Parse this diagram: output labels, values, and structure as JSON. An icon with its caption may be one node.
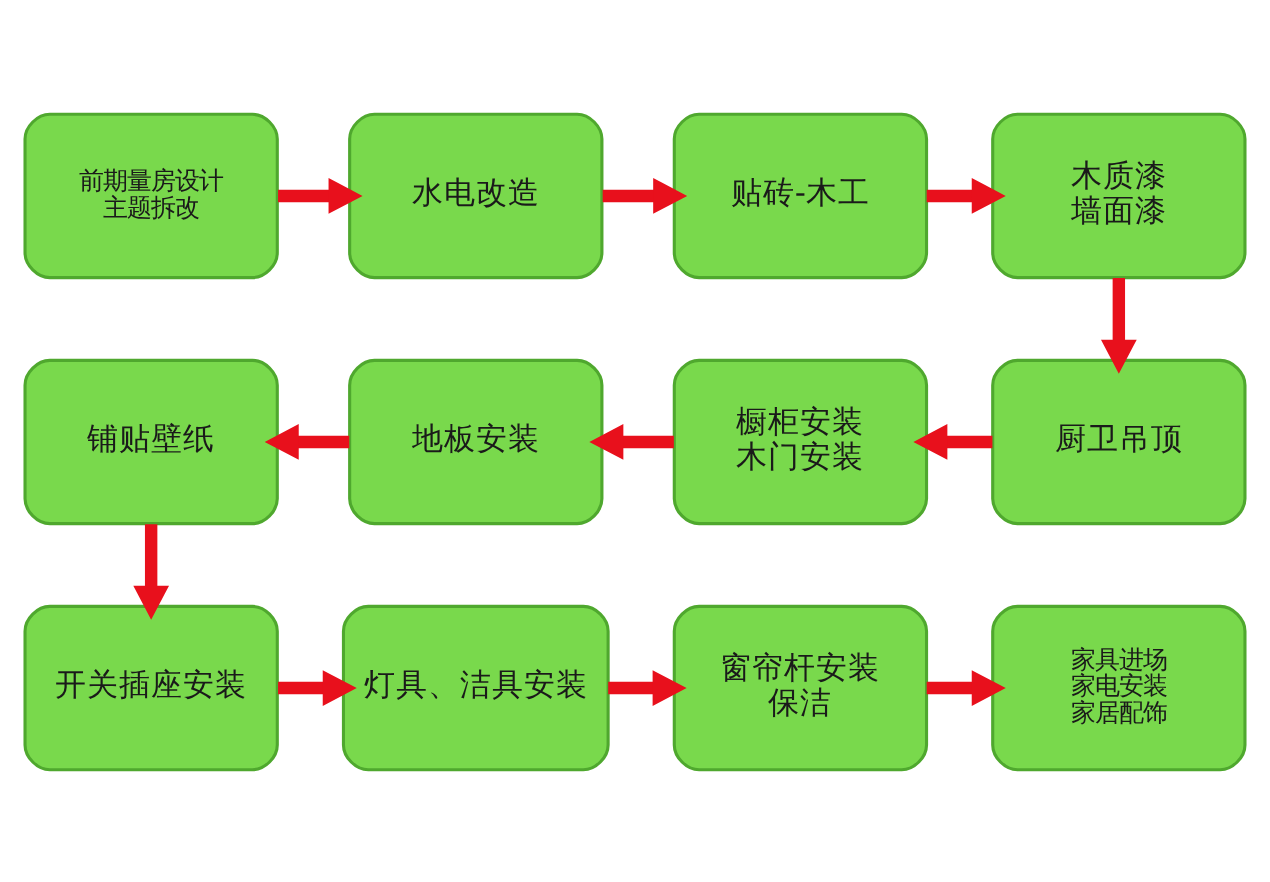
{
  "diagram": {
    "nodes": [
      {
        "text": [
          "前期量房设计",
          "主题拆改"
        ]
      },
      {
        "text": [
          "水电改造"
        ]
      },
      {
        "text": [
          "贴砖-木工"
        ]
      },
      {
        "text": [
          "木质漆",
          "墙面漆"
        ]
      },
      {
        "text": [
          "厨卫吊顶"
        ]
      },
      {
        "text": [
          "橱柜安装",
          "木门安装"
        ]
      },
      {
        "text": [
          "地板安装"
        ]
      },
      {
        "text": [
          "铺贴壁纸"
        ]
      },
      {
        "text": [
          "开关插座安装"
        ]
      },
      {
        "text": [
          "灯具、洁具安装"
        ]
      },
      {
        "text": [
          "窗帘杆安装",
          "保洁"
        ]
      },
      {
        "text": [
          "家具进场",
          "家电安装",
          "家居配饰"
        ]
      }
    ],
    "edges": [
      {
        "from": 0,
        "to": 1,
        "arrow": "to"
      },
      {
        "from": 1,
        "to": 2,
        "arrow": "to"
      },
      {
        "from": 2,
        "to": 3,
        "arrow": "to"
      },
      {
        "from": 3,
        "to": 4,
        "arrow": "to"
      },
      {
        "from": 4,
        "to": 5,
        "arrow": "to"
      },
      {
        "from": 5,
        "to": 6,
        "arrow": "to"
      },
      {
        "from": 6,
        "to": 7,
        "arrow": "to"
      },
      {
        "from": 7,
        "to": 8,
        "arrow": "to"
      },
      {
        "from": 8,
        "to": 9,
        "arrow": "to"
      },
      {
        "from": 9,
        "to": 10,
        "arrow": "to"
      },
      {
        "from": 10,
        "to": 11,
        "arrow": "to"
      }
    ]
  }
}
